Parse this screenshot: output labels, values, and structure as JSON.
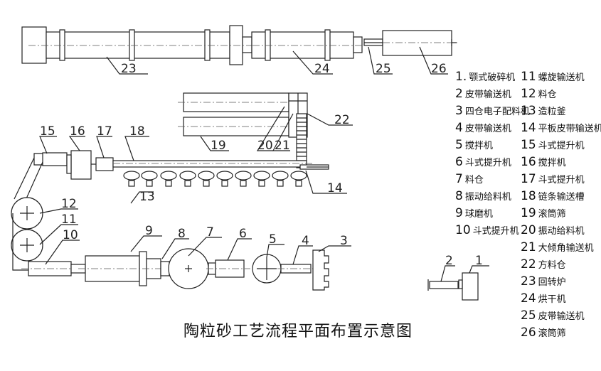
{
  "title": "陶粒砂工艺流程平面布置示意图",
  "callouts": [
    "1",
    "2",
    "3",
    "4",
    "5",
    "6",
    "7",
    "8",
    "9",
    "10",
    "11",
    "12",
    "13",
    "14",
    "15",
    "16",
    "17",
    "18",
    "19",
    "20",
    "21",
    "22",
    "23",
    "24",
    "25",
    "26"
  ],
  "legend": [
    {
      "num": "1.",
      "label": "颚式破碎机"
    },
    {
      "num": "2",
      "label": "皮带输送机"
    },
    {
      "num": "3",
      "label": "四仓电子配料机"
    },
    {
      "num": "4",
      "label": "皮带输送机"
    },
    {
      "num": "5",
      "label": "搅拌机"
    },
    {
      "num": "6",
      "label": "斗式提升机"
    },
    {
      "num": "7",
      "label": "料仓"
    },
    {
      "num": "8",
      "label": "振动给料机"
    },
    {
      "num": "9",
      "label": "球磨机"
    },
    {
      "num": "10",
      "label": "斗式提升机"
    },
    {
      "num": "11",
      "label": "螺旋输送机"
    },
    {
      "num": "12",
      "label": "料仓"
    },
    {
      "num": "13",
      "label": "造粒釜"
    },
    {
      "num": "14",
      "label": "平板皮带输送机"
    },
    {
      "num": "15",
      "label": "斗式提升机"
    },
    {
      "num": "16",
      "label": "搅拌机"
    },
    {
      "num": "17",
      "label": "斗式提升机"
    },
    {
      "num": "18",
      "label": "链条输送槽"
    },
    {
      "num": "19",
      "label": "滚筒筛"
    },
    {
      "num": "20",
      "label": "振动给料机"
    },
    {
      "num": "21",
      "label": "大倾角输送机"
    },
    {
      "num": "22",
      "label": "方料仓"
    },
    {
      "num": "23",
      "label": "回转炉"
    },
    {
      "num": "24",
      "label": "烘干机"
    },
    {
      "num": "25",
      "label": "皮带输送机"
    },
    {
      "num": "26",
      "label": "滚筒筛"
    }
  ]
}
